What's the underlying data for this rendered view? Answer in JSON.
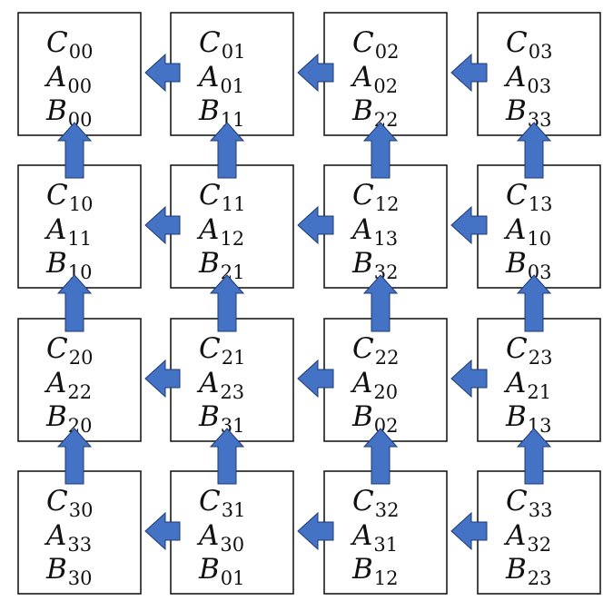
{
  "grid": {
    "rows": [
      [
        {
          "c": {
            "sym": "C",
            "sub": "00"
          },
          "a": {
            "sym": "A",
            "sub": "00"
          },
          "b": {
            "sym": "B",
            "sub": "00"
          }
        },
        {
          "c": {
            "sym": "C",
            "sub": "01"
          },
          "a": {
            "sym": "A",
            "sub": "01"
          },
          "b": {
            "sym": "B",
            "sub": "11"
          }
        },
        {
          "c": {
            "sym": "C",
            "sub": "02"
          },
          "a": {
            "sym": "A",
            "sub": "02"
          },
          "b": {
            "sym": "B",
            "sub": "22"
          }
        },
        {
          "c": {
            "sym": "C",
            "sub": "03"
          },
          "a": {
            "sym": "A",
            "sub": "03"
          },
          "b": {
            "sym": "B",
            "sub": "33"
          }
        }
      ],
      [
        {
          "c": {
            "sym": "C",
            "sub": "10"
          },
          "a": {
            "sym": "A",
            "sub": "11"
          },
          "b": {
            "sym": "B",
            "sub": "10"
          }
        },
        {
          "c": {
            "sym": "C",
            "sub": "11"
          },
          "a": {
            "sym": "A",
            "sub": "12"
          },
          "b": {
            "sym": "B",
            "sub": "21"
          }
        },
        {
          "c": {
            "sym": "C",
            "sub": "12"
          },
          "a": {
            "sym": "A",
            "sub": "13"
          },
          "b": {
            "sym": "B",
            "sub": "32"
          }
        },
        {
          "c": {
            "sym": "C",
            "sub": "13"
          },
          "a": {
            "sym": "A",
            "sub": "10"
          },
          "b": {
            "sym": "B",
            "sub": "03"
          }
        }
      ],
      [
        {
          "c": {
            "sym": "C",
            "sub": "20"
          },
          "a": {
            "sym": "A",
            "sub": "22"
          },
          "b": {
            "sym": "B",
            "sub": "20"
          }
        },
        {
          "c": {
            "sym": "C",
            "sub": "21"
          },
          "a": {
            "sym": "A",
            "sub": "23"
          },
          "b": {
            "sym": "B",
            "sub": "31"
          }
        },
        {
          "c": {
            "sym": "C",
            "sub": "22"
          },
          "a": {
            "sym": "A",
            "sub": "20"
          },
          "b": {
            "sym": "B",
            "sub": "02"
          }
        },
        {
          "c": {
            "sym": "C",
            "sub": "23"
          },
          "a": {
            "sym": "A",
            "sub": "21"
          },
          "b": {
            "sym": "B",
            "sub": "13"
          }
        }
      ],
      [
        {
          "c": {
            "sym": "C",
            "sub": "30"
          },
          "a": {
            "sym": "A",
            "sub": "33"
          },
          "b": {
            "sym": "B",
            "sub": "30"
          }
        },
        {
          "c": {
            "sym": "C",
            "sub": "31"
          },
          "a": {
            "sym": "A",
            "sub": "30"
          },
          "b": {
            "sym": "B",
            "sub": "01"
          }
        },
        {
          "c": {
            "sym": "C",
            "sub": "32"
          },
          "a": {
            "sym": "A",
            "sub": "31"
          },
          "b": {
            "sym": "B",
            "sub": "12"
          }
        },
        {
          "c": {
            "sym": "C",
            "sub": "33"
          },
          "a": {
            "sym": "A",
            "sub": "32"
          },
          "b": {
            "sym": "B",
            "sub": "23"
          }
        }
      ]
    ]
  },
  "arrows": {
    "horizontal_direction": "left",
    "vertical_direction": "up"
  },
  "colors": {
    "arrow_fill": "#4472c4",
    "arrow_stroke": "#1f3a73",
    "box_stroke": "#1a1a1a",
    "background": "#ffffff"
  }
}
